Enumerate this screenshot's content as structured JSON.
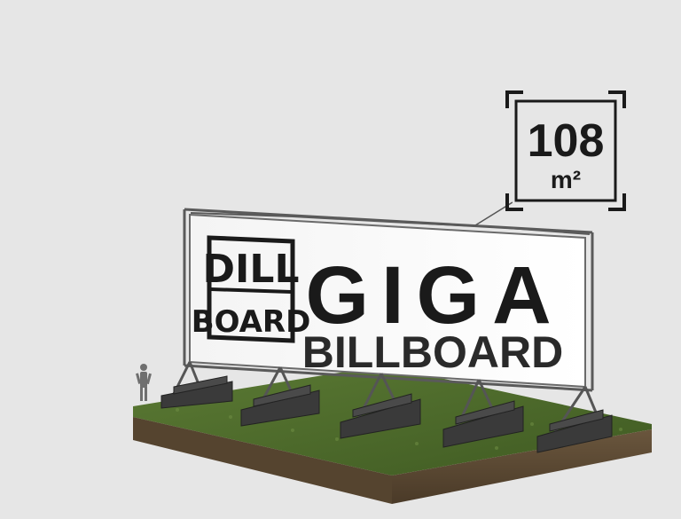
{
  "size_badge": {
    "value": "108",
    "unit": "m²"
  },
  "billboard": {
    "logo_line1": "DILL",
    "logo_line2": "BOARD",
    "headline": "GIGA",
    "subheadline": "BILLBOARD"
  },
  "colors": {
    "background": "#e6e6e6",
    "billboard_face": "#ffffff",
    "text": "#1a1a1a",
    "frame": "#5a5a5a",
    "grass": "#4e6b2c",
    "soil": "#5c4a34"
  }
}
